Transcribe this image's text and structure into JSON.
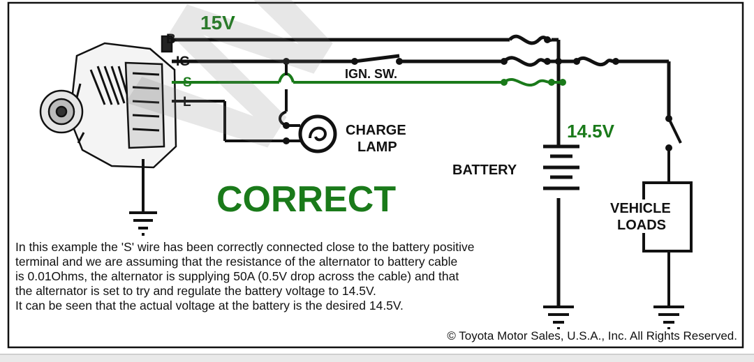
{
  "labels": {
    "b": "B",
    "ig": "IG",
    "s": "S",
    "l": "L",
    "volts_alt": "15V",
    "volts_batt": "14.5V",
    "ign_sw": "IGN. SW.",
    "charge_lamp_1": "CHARGE",
    "charge_lamp_2": "LAMP",
    "battery": "BATTERY",
    "vehicle_loads_1": "VEHICLE",
    "vehicle_loads_2": "LOADS",
    "status": "CORRECT"
  },
  "caption_lines": [
    "In this example the 'S' wire has been correctly connected close to the battery positive",
    "terminal and we are assuming that the resistance of the alternator to battery cable",
    "is 0.01Ohms, the alternator is supplying 50A (0.5V drop across the cable) and that",
    "the alternator is set to try and regulate the battery voltage to 14.5V.",
    "It can be seen that the actual voltage at the battery is the desired 14.5V."
  ],
  "copyright": "© Toyota Motor Sales, U.S.A., Inc. All Rights Reserved.",
  "colors": {
    "wire": "#111111",
    "sense_wire": "#1a7a1a",
    "background": "#ffffff"
  }
}
